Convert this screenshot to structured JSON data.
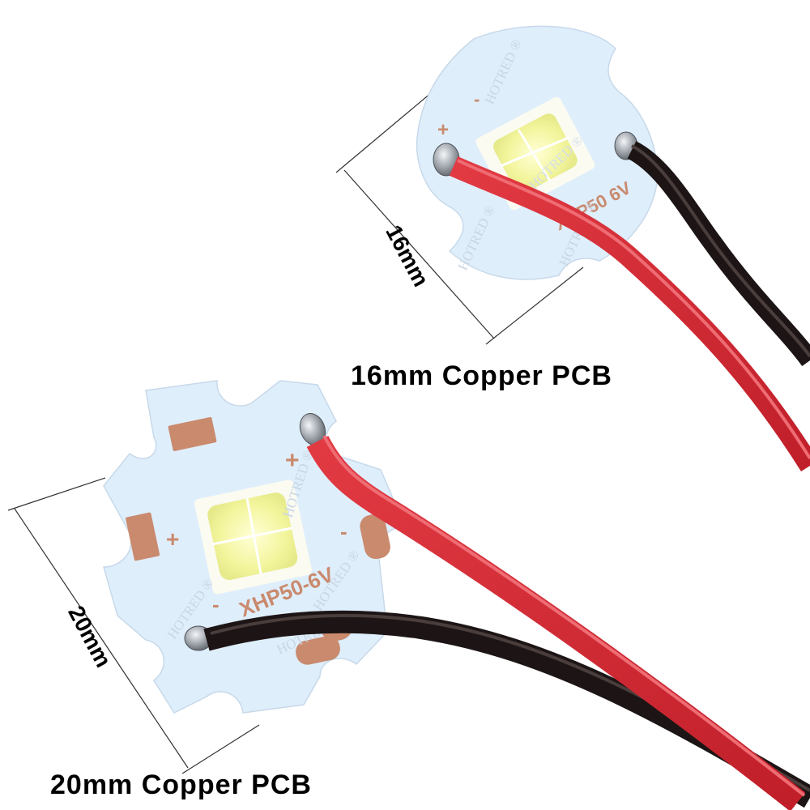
{
  "captions": {
    "small_board": "16mm Copper PCB",
    "large_board": "20mm Copper PCB"
  },
  "dimensions": {
    "small_board": "16mm",
    "large_board": "20mm"
  },
  "silkscreen": {
    "model_small": "XHP50 6V",
    "model_large": "XHP50-6V",
    "plus": "+",
    "minus": "-"
  },
  "watermark": {
    "text": "HOTRED ®"
  },
  "colors": {
    "background": "#ffffff",
    "pcb": "#dfeefb",
    "copper_pad": "#c98a6e",
    "led_emitter": "#f5f7b0",
    "red_wire": "#d32631",
    "black_wire": "#231b1a",
    "solder": "#9ea3aa"
  }
}
